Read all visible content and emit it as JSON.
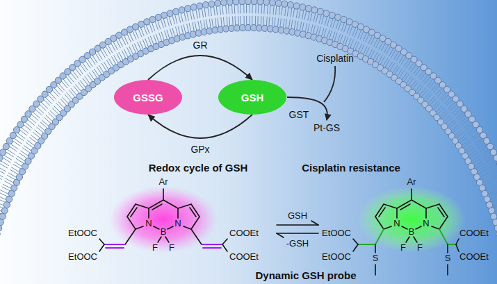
{
  "diagram": {
    "nodes": [
      {
        "text": [
          "GSSG"
        ]
      },
      {
        "text": [
          "GSH"
        ]
      }
    ],
    "edges": [
      {
        "from": 0,
        "to": 1,
        "arrow": "to",
        "label": "GR"
      },
      {
        "from": 1,
        "to": 0,
        "arrow": "to",
        "label": "GPx"
      }
    ],
    "labels": [
      "Cisplatin",
      "GST",
      "Pt-GS",
      "Redox cycle of GSH",
      "Cisplatin resistance",
      "Ar",
      "N",
      "B",
      "N",
      "F",
      "F",
      "EtOOC",
      "EtOOC",
      "COOEt",
      "COOEt",
      "GSH",
      "-GSH",
      "Ar",
      "N",
      "B",
      "N",
      "F",
      "F",
      "EtOOC",
      "EtOOC",
      "COOEt",
      "COOEt",
      "S",
      "S",
      "Dynamic GSH probe"
    ]
  }
}
